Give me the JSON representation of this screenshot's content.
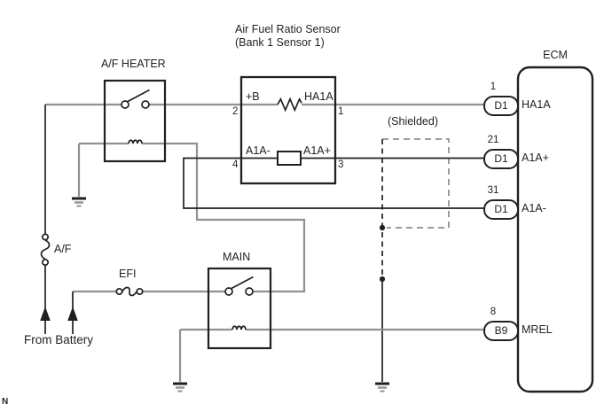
{
  "diagram": {
    "sensor": {
      "title_line1": "Air Fuel Ratio Sensor",
      "title_line2": "(Bank 1 Sensor 1)",
      "terminal_b_plus": "+B",
      "terminal_ha1a": "HA1A",
      "terminal_a1a_minus": "A1A-",
      "terminal_a1a_plus": "A1A+",
      "pin1": "1",
      "pin2": "2",
      "pin3": "3",
      "pin4": "4"
    },
    "relays": {
      "af_heater_label": "A/F HEATER",
      "main_label": "MAIN"
    },
    "fuses": {
      "af_label": "A/F",
      "efi_label": "EFI"
    },
    "battery_label": "From Battery",
    "shield_label": "(Shielded)",
    "ecm": {
      "label": "ECM",
      "connectors": [
        {
          "pin": "1",
          "code": "D1",
          "signal": "HA1A"
        },
        {
          "pin": "21",
          "code": "D1",
          "signal": "A1A+"
        },
        {
          "pin": "31",
          "code": "D1",
          "signal": "A1A-"
        },
        {
          "pin": "8",
          "code": "B9",
          "signal": "MREL"
        }
      ]
    },
    "page_marker": "N",
    "colors": {
      "wire_gray": "#8f9194",
      "line_black": "#231f20"
    }
  }
}
